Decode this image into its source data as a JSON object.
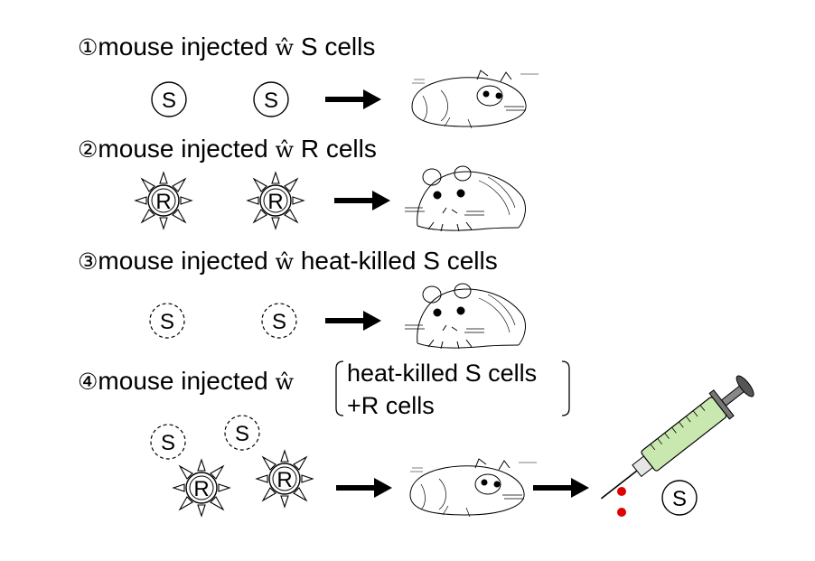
{
  "rows": [
    {
      "num": "①",
      "text": "mouse injected ",
      "w": "ŵ",
      "rest": " S cells"
    },
    {
      "num": "②",
      "text": "mouse injected ",
      "w": "ŵ",
      "rest": " R cells"
    },
    {
      "num": "③",
      "text": "mouse injected ",
      "w": "ŵ",
      "rest": " heat-killed S cells"
    },
    {
      "num": "④",
      "text": "mouse injected ",
      "w": "ŵ",
      "rest": ""
    }
  ],
  "row4_bracket": {
    "line1": "heat-killed S cells",
    "line2": "+R cells"
  },
  "cells": {
    "s_label": "S",
    "r_label": "R"
  },
  "colors": {
    "blood": "#e00000",
    "syringe_fluid": "#c9e8b0",
    "ink": "#000000"
  }
}
